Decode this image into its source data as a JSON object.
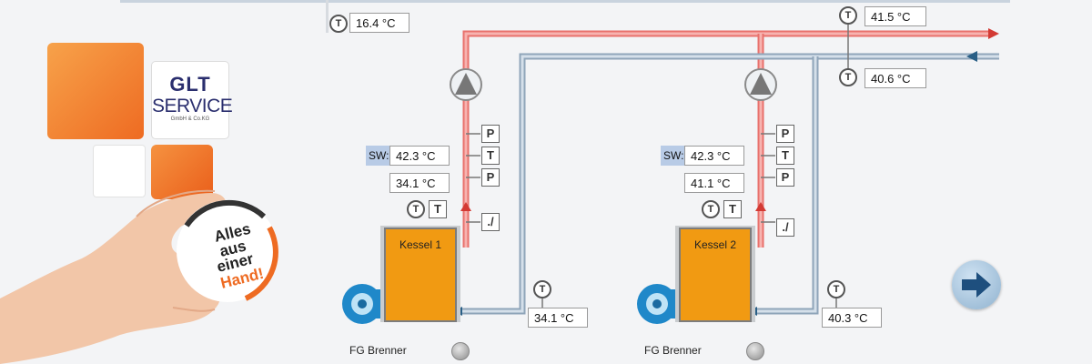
{
  "logo": {
    "line1": "GLT",
    "line2": "SERVICE",
    "line3": "GmbH & Co.KG"
  },
  "badge": {
    "line1": "Alles",
    "line2": "aus",
    "line3": "einer",
    "line4": "Hand!"
  },
  "colors": {
    "supply": "#ef8a86",
    "return": "#a8bacb",
    "boiler": "#f19a12",
    "accent": "#ee6b22"
  },
  "outside_temp": "16.4 °C",
  "header": {
    "supply_temp": "41.5 °C",
    "return_temp": "40.6 °C"
  },
  "boilers": [
    {
      "name": "Kessel 1",
      "sw_label": "SW:",
      "setpoint": "42.3 °C",
      "actual": "34.1 °C",
      "return_temp": "34.1 °C",
      "burner_label": "FG Brenner",
      "buttons": [
        "P",
        "T",
        "P"
      ],
      "half_button": "./",
      "sensor_t1": "T",
      "sensor_t2": "T"
    },
    {
      "name": "Kessel 2",
      "sw_label": "SW:",
      "setpoint": "42.3 °C",
      "actual": "41.1 °C",
      "return_temp": "40.3 °C",
      "burner_label": "FG Brenner",
      "buttons": [
        "P",
        "T",
        "P"
      ],
      "half_button": "./",
      "sensor_t1": "T",
      "sensor_t2": "T"
    }
  ],
  "sensor_symbol": "T",
  "icons": {
    "pump": "pump-icon",
    "fan": "burner-fan-icon",
    "nav": "arrow-right-icon",
    "lamp": "status-lamp-icon"
  }
}
